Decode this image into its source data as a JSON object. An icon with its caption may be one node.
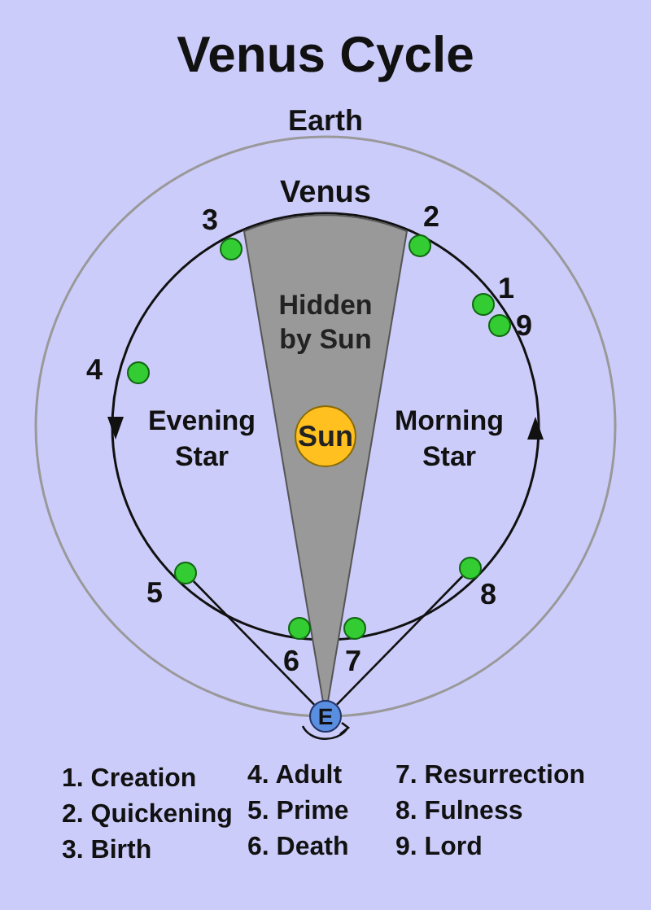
{
  "diagram": {
    "title": "Venus Cycle",
    "nodes": [
      {
        "text": [
          "Hidden by Sun"
        ]
      },
      {
        "text": [
          "Sun"
        ],
        "in": 0
      },
      {
        "text": [
          "E"
        ]
      },
      {
        "text": [],
        "shape": "circle",
        "beside": [
          "3"
        ]
      },
      {
        "text": [],
        "shape": "circle",
        "beside": [
          "2"
        ]
      },
      {
        "text": [],
        "shape": "circle",
        "beside": [
          "1"
        ]
      },
      {
        "text": [],
        "shape": "circle",
        "beside": [
          "9"
        ]
      },
      {
        "text": [],
        "shape": "circle",
        "beside": [
          "4"
        ]
      },
      {
        "text": [],
        "shape": "circle",
        "beside": [
          "8"
        ]
      },
      {
        "text": [],
        "shape": "circle",
        "beside": [
          "5"
        ]
      },
      {
        "text": [],
        "shape": "circle",
        "beside": [
          "6"
        ]
      },
      {
        "text": [],
        "shape": "circle",
        "beside": [
          "7"
        ]
      }
    ],
    "edges": [
      {
        "from": 9,
        "to": 2,
        "arrow": "none"
      },
      {
        "from": 8,
        "to": 2,
        "arrow": "none"
      }
    ],
    "labels": [
      "Earth",
      "Venus",
      "Evening Star",
      "Morning Star",
      "1. Creation",
      "4. Adult",
      "7. Resurrection",
      "2. Quickening",
      "5. Prime",
      "8. Fulness",
      "3. Birth",
      "6. Death",
      "9. Lord"
    ]
  }
}
